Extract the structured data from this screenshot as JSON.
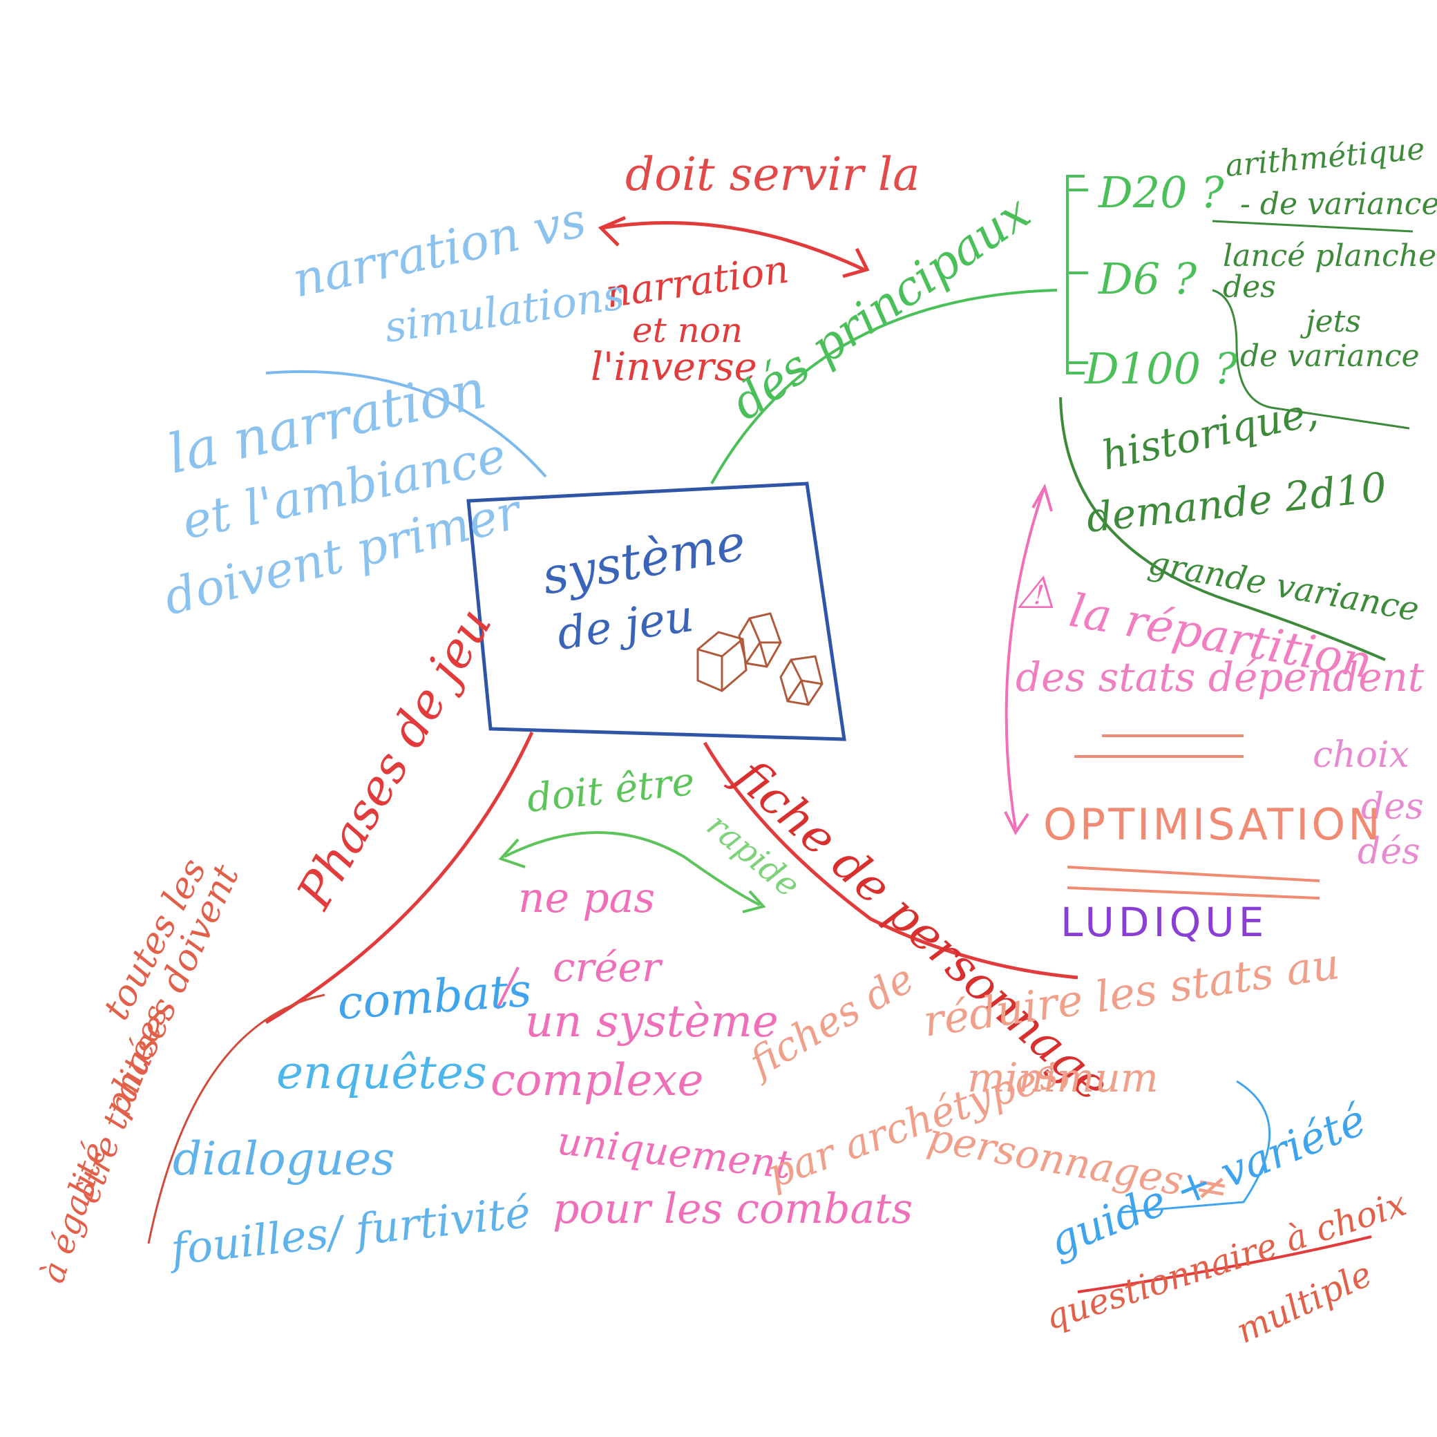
{
  "center": {
    "title_line1": "système",
    "title_line2": "de jeu",
    "icon": "dice-icon"
  },
  "top": {
    "arrow_label": "doit servir la",
    "sub_lines": [
      "narration",
      "et non",
      "l'inverse"
    ]
  },
  "narration": {
    "header_lines": [
      "narration vs",
      "simulations"
    ],
    "body_lines": [
      "la narration",
      "et l'ambiance",
      "doivent primer"
    ]
  },
  "dice": {
    "branch_label": "dés principaux",
    "items": [
      "D20 ?",
      "D6 ?",
      "D100 ?"
    ],
    "note_d20": [
      "arithmétique",
      "- de variance"
    ],
    "note_d6": [
      "lancé plancher",
      "des",
      "jets",
      "de variance"
    ],
    "note_d100": [
      "historique,",
      "demande 2d10",
      "grande variance"
    ]
  },
  "stats": {
    "warning": "⚠",
    "lines": [
      "la répartition",
      "des stats dépendent du",
      "choix",
      "des",
      "dés"
    ],
    "optimisation": "OPTIMISATION",
    "ludique": "LUDIQUE"
  },
  "phases": {
    "branch_label": "Phases de jeu",
    "left_lines": [
      "toutes les",
      "phases doivent",
      "être traitées",
      "à égalité"
    ],
    "items": [
      "combats",
      "enquêtes",
      "dialogues",
      "fouilles/ furtivité"
    ]
  },
  "simple": {
    "arrow_label": "doit être",
    "arrow_label2": "rapide",
    "lines": [
      "ne pas",
      "créer",
      "un système",
      "complexe",
      "uniquement",
      "pour les combats"
    ]
  },
  "fiche": {
    "branch_label": "fiche de personnage",
    "lines": [
      "réduire les stats au",
      "minimum",
      "fiches de",
      "personnages ≠",
      "par archétypes,"
    ],
    "guide": "guide + variété",
    "questionnaire": [
      "questionnaire à choix",
      "multiple"
    ]
  },
  "colors": {
    "blue_dark": "#2f56a6",
    "light_blue": "#5fa8e8",
    "sky": "#3fa4ec",
    "red": "#e23b3b",
    "green": "#3fa84a",
    "dark_green": "#3c8a3a",
    "pink": "#ef6fb8",
    "salmon": "#f08a72",
    "purple": "#8a3ed6",
    "brown": "#b05a3c"
  }
}
